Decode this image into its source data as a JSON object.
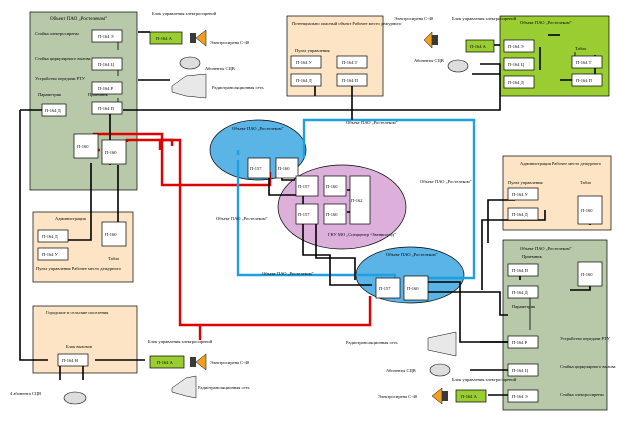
{
  "title": "",
  "colors": {
    "peach": "#fde4c4",
    "green_panel": "#b7c9a8",
    "bright_green": "#9acd32",
    "ellipse_blue": "#5ab4e6",
    "ellipse_pink": "#ddb0dc",
    "red_line": "#e00000",
    "blue_line": "#1e9fe0"
  },
  "top_left": {
    "title": "Объект ПАО „Ростелеком”",
    "stand_label": "Стойка электросирены",
    "stand2_label": "Стойка циркулярного вызова",
    "device_label": "Устройство передачи РТУ",
    "gateway_label": "Параметрик",
    "receiver_label": "Приемник",
    "units": [
      "П-164 Э",
      "П-164 Ц",
      "П-164 Р",
      "П-164 П",
      "П-164 Д",
      "П-160",
      "П-160",
      "П-164 А"
    ],
    "control_label": "Блок управления электросиреной",
    "siren_label": "Электросирена С-40",
    "subscribers_label": "Абоненты СЦВ",
    "radio_label": "Радиотрансляционная сеть"
  },
  "top_center": {
    "title": "Потенциально опасный объект Рабочее место дежурного",
    "console_label": "Пульт управления",
    "units": [
      "П-164 У",
      "П-164 Т",
      "П-164 Д",
      "П-164 П"
    ]
  },
  "top_right": {
    "siren_label": "Электросирена С-40",
    "control_label": "Блок управления электросиреной",
    "subscribers_label": "Абоненты СЦВ",
    "title": "Объект ПАО „Ростелеком”",
    "board_label": "Табло",
    "units": [
      "П-164 А",
      "П-164 Э",
      "П-164 Ц",
      "П-164 Т",
      "П-164 Д",
      "П-164 П"
    ]
  },
  "right_admin": {
    "title": "Администрация Рабочее место дежурного",
    "console_label": "Пульт управления",
    "board_label": "Табло",
    "units": [
      "П-164 У",
      "П-164 Д",
      "П-160"
    ]
  },
  "left_admin": {
    "title": "Администрация",
    "console_label": "Пульт управления Рабочее место дежурного",
    "board_label": "Табло",
    "units": [
      "П-164 Д",
      "П-164 У",
      "П-160"
    ]
  },
  "bottom_left": {
    "title": "Городские и сельские поселения",
    "block_label": "Блок вызовов",
    "unit": "П-164 Н",
    "subscribers_label": "4 абонента СЦВ",
    "control_label": "Блок управления электросиреной",
    "control_unit": "П-164 А",
    "siren_label": "Электросирена С-40",
    "radio_label": "Радиотрансляционная сеть"
  },
  "bottom_right": {
    "title": "Объект ПАО „Ростелеком”",
    "receiver_label": "Приемник",
    "gateway_label": "Параметрик",
    "device_label": "Устройство передачи РТУ",
    "stand2_label": "Стойка циркулярного вызова",
    "stand_label": "Стойка электросирены",
    "units": [
      "П-164 П",
      "П-164 Д",
      "П-160",
      "П-164 Р",
      "П-164 Ц",
      "П-164 Э",
      "П-164 А"
    ],
    "radio_label": "Радиотрансляционная сеть",
    "subscribers_label": "Абоненты СЦВ",
    "siren_label": "Электросирена С-40",
    "control_label": "Блок управления электросиреной"
  },
  "center": {
    "rt_label": "Объект ПАО „Ростелеком”",
    "gku_label": "ГКУ МО „Спеццентр “Звенигород”",
    "units": [
      "П-157",
      "П-160",
      "П-157",
      "П-160",
      "П-157",
      "П-160",
      "П-162",
      "П-157",
      "П-160"
    ]
  }
}
